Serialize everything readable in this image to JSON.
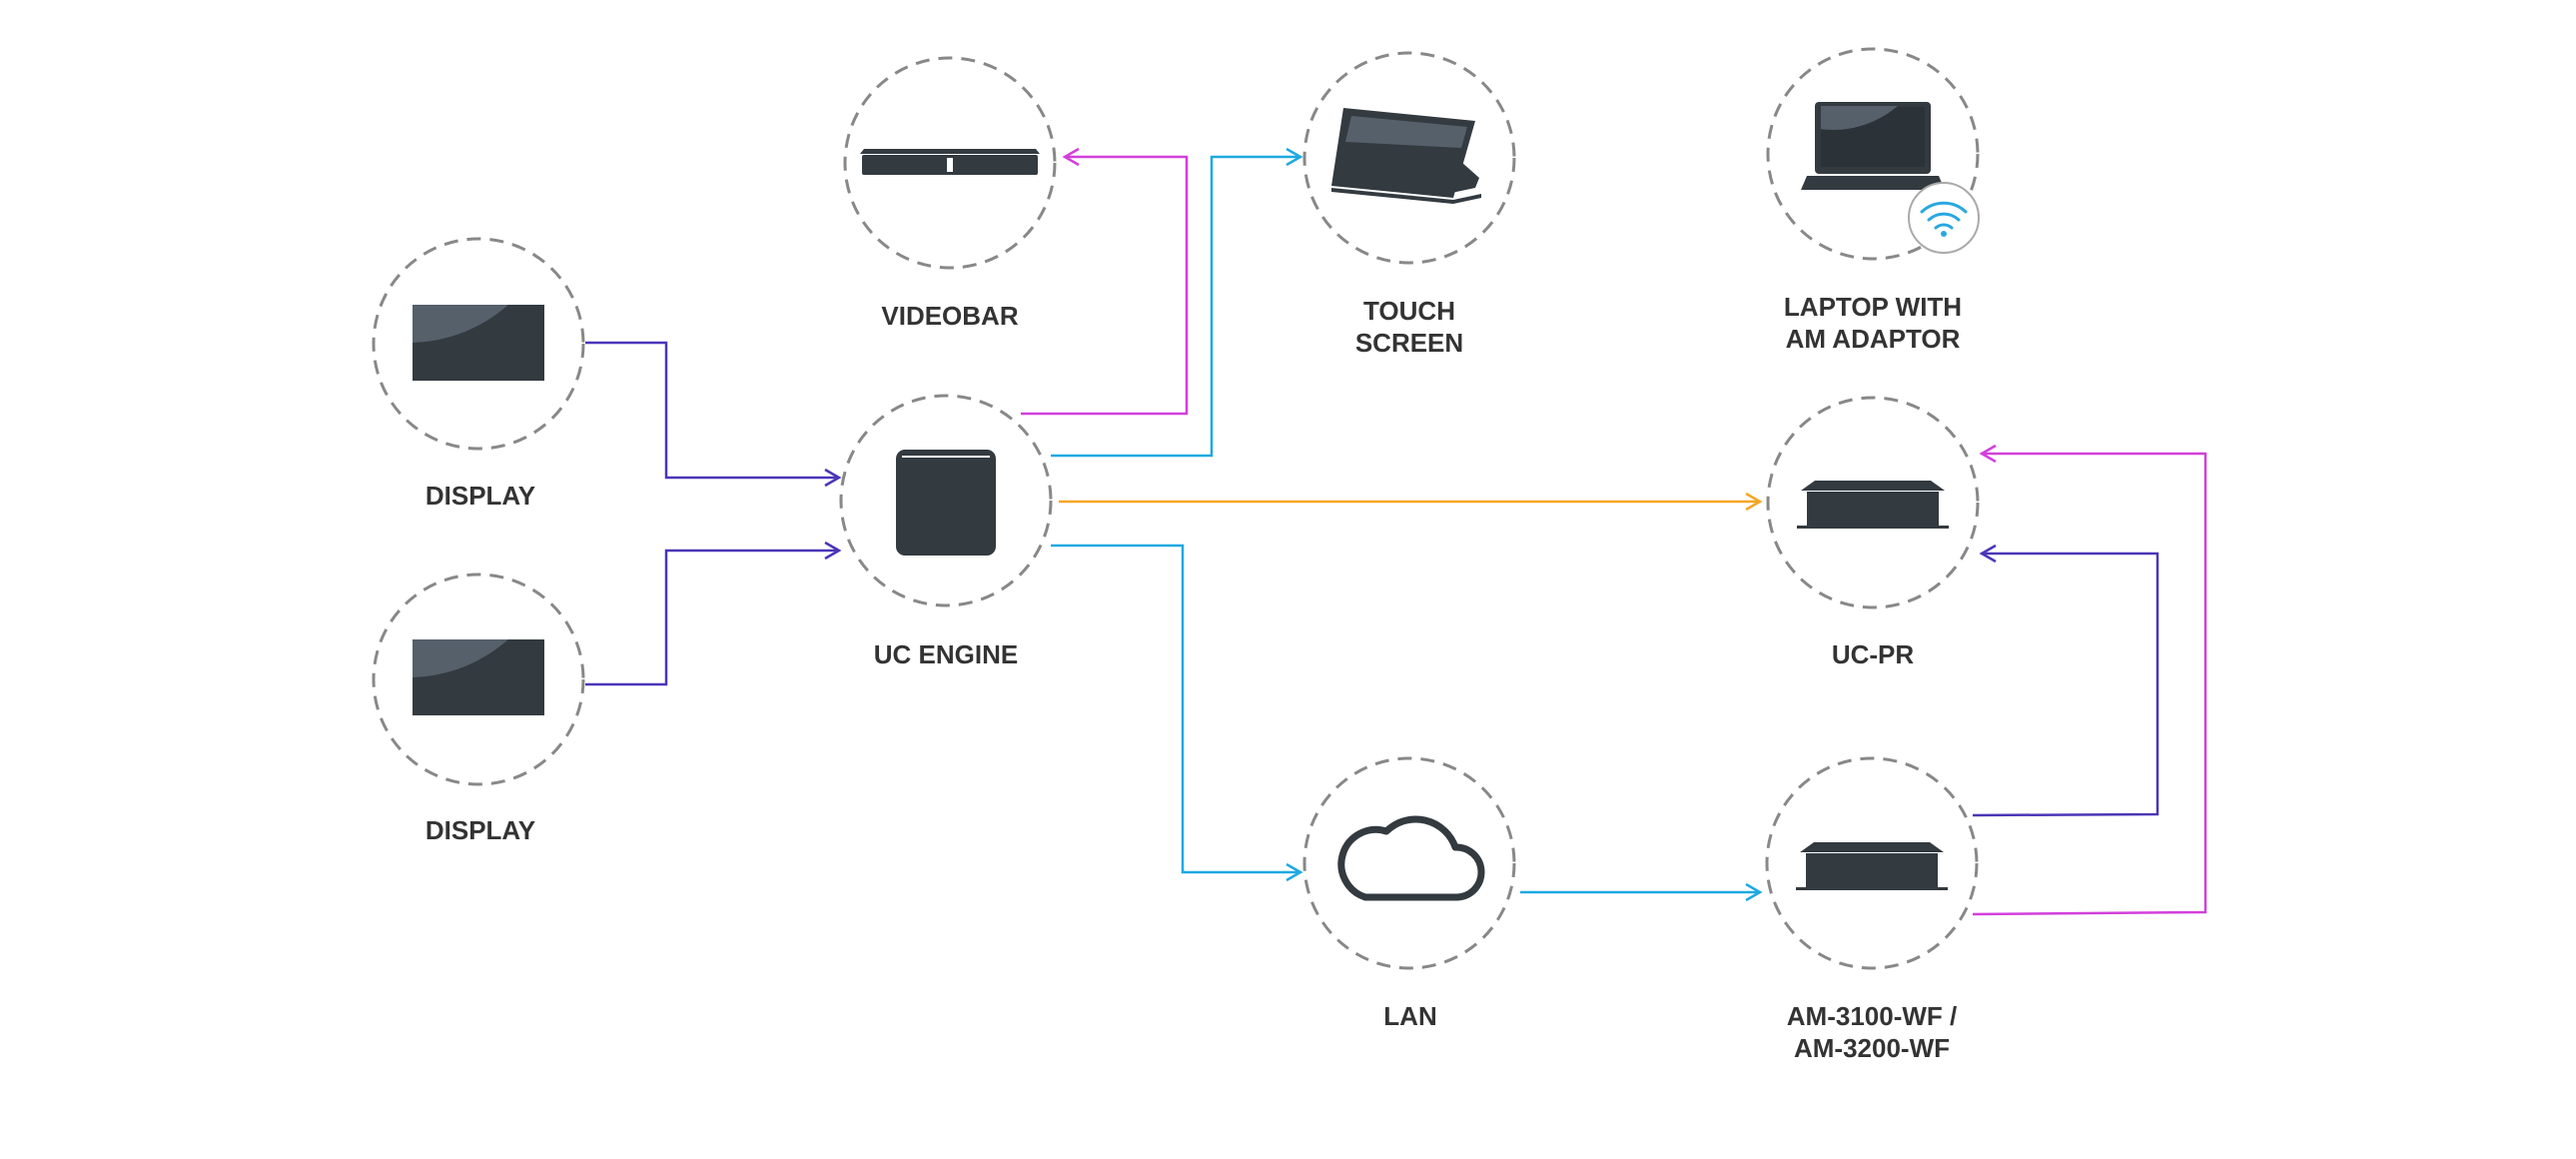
{
  "colors": {
    "circle_stroke": "#888888",
    "device_dark": "#333a40",
    "screen_glare": "#55606a",
    "text": "#333333",
    "hdmi_purple": "#4b35b8",
    "usb_magenta": "#d33fdc",
    "network_cyan": "#1ea9e1",
    "wifi_icon": "#29a8e0",
    "link_orange": "#f5a623"
  },
  "nodes": {
    "display_top": {
      "label_lines": [
        "DISPLAY"
      ],
      "icon": "display-icon"
    },
    "display_bottom": {
      "label_lines": [
        "DISPLAY"
      ],
      "icon": "display-icon"
    },
    "videobar": {
      "label_lines": [
        "VIDEOBAR"
      ],
      "icon": "videobar-icon"
    },
    "uc_engine": {
      "label_lines": [
        "UC ENGINE"
      ],
      "icon": "uc-engine-icon"
    },
    "touch_screen": {
      "label_lines": [
        "TOUCH",
        "SCREEN"
      ],
      "icon": "touch-screen-icon"
    },
    "laptop": {
      "label_lines": [
        "LAPTOP WITH",
        "AM ADAPTOR"
      ],
      "icon": "laptop-icon",
      "badge": "wifi-icon"
    },
    "uc_pr": {
      "label_lines": [
        "UC-PR"
      ],
      "icon": "uc-pr-icon"
    },
    "lan": {
      "label_lines": [
        "LAN"
      ],
      "icon": "cloud-icon"
    },
    "am_3100": {
      "label_lines": [
        "AM-3100-WF /",
        "AM-3200-WF"
      ],
      "icon": "am-unit-icon"
    }
  },
  "connections": [
    {
      "from": "display_top",
      "to": "uc_engine",
      "color": "hdmi_purple"
    },
    {
      "from": "display_bottom",
      "to": "uc_engine",
      "color": "hdmi_purple"
    },
    {
      "from": "uc_engine",
      "to": "videobar",
      "color": "usb_magenta"
    },
    {
      "from": "uc_engine",
      "to": "touch_screen",
      "color": "network_cyan"
    },
    {
      "from": "uc_engine",
      "to": "uc_pr",
      "color": "link_orange"
    },
    {
      "from": "uc_engine",
      "to": "lan",
      "color": "network_cyan"
    },
    {
      "from": "lan",
      "to": "am_3100",
      "color": "network_cyan"
    },
    {
      "from": "am_3100",
      "to": "uc_pr",
      "color": "hdmi_purple"
    },
    {
      "from": "am_3100",
      "to": "uc_pr",
      "color": "usb_magenta"
    }
  ]
}
